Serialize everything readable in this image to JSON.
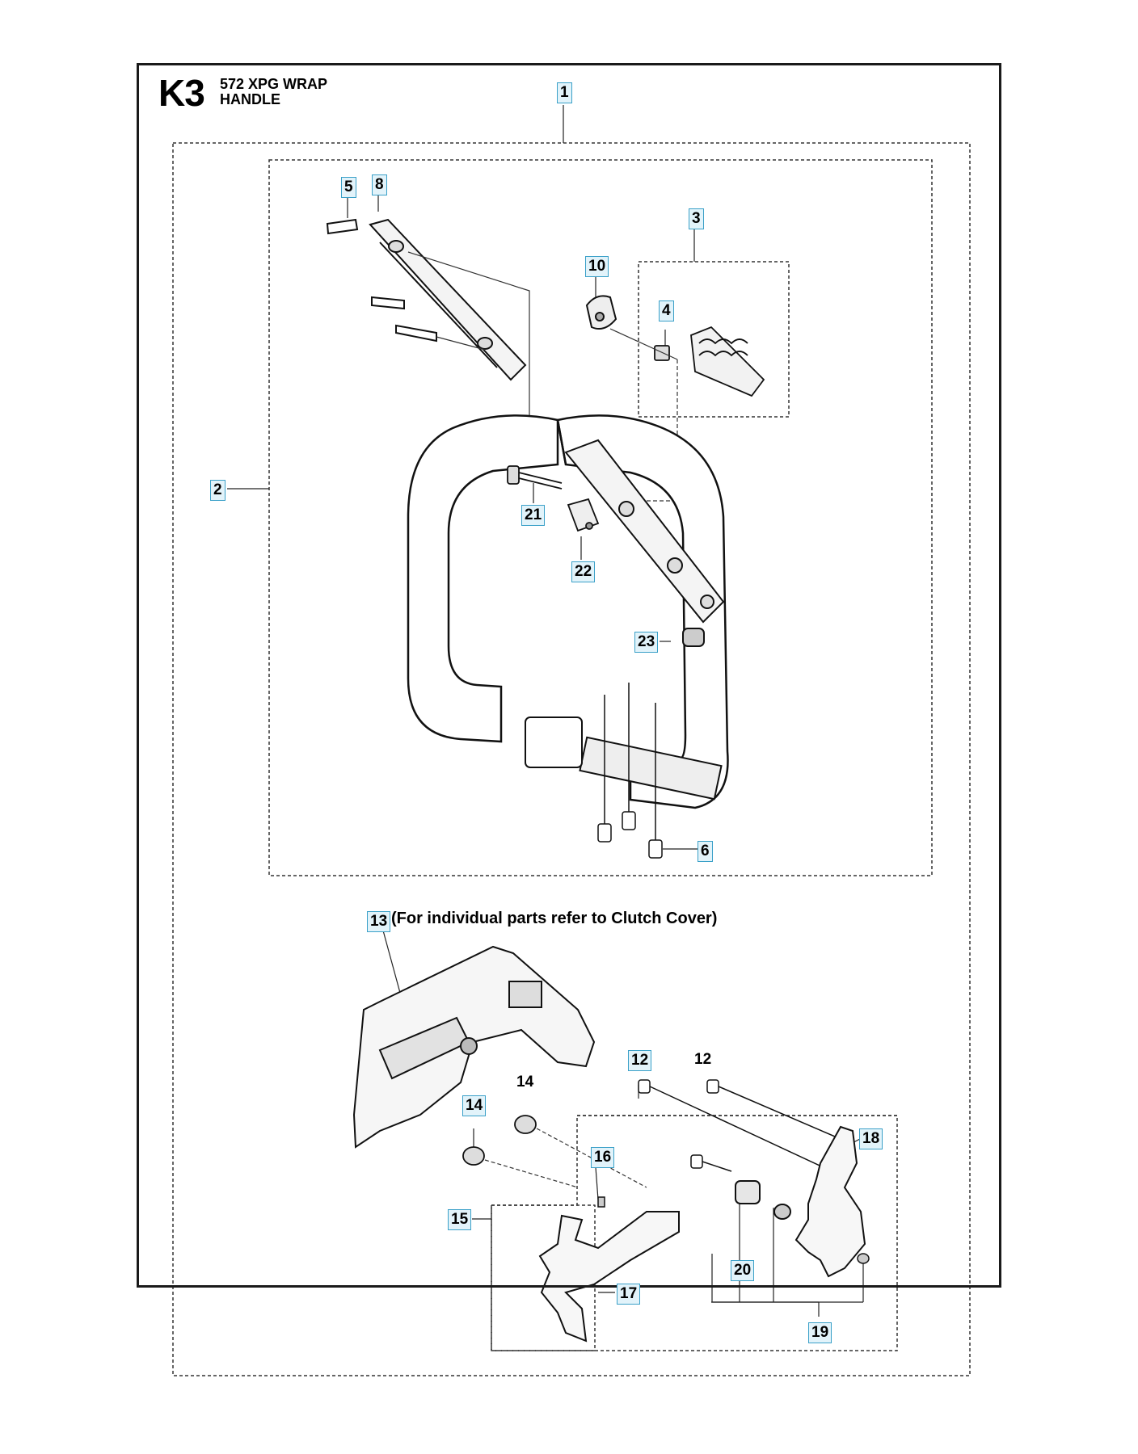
{
  "header": {
    "code": "K3",
    "title_line1": "572 XPG WRAP",
    "title_line2": "HANDLE"
  },
  "note": "(For individual parts refer to Clutch Cover)",
  "callouts": [
    {
      "id": "c1",
      "label": "1",
      "boxed": true
    },
    {
      "id": "c2",
      "label": "2",
      "boxed": true
    },
    {
      "id": "c3",
      "label": "3",
      "boxed": true
    },
    {
      "id": "c4",
      "label": "4",
      "boxed": true
    },
    {
      "id": "c5",
      "label": "5",
      "boxed": true
    },
    {
      "id": "c6",
      "label": "6",
      "boxed": true
    },
    {
      "id": "c8",
      "label": "8",
      "boxed": true
    },
    {
      "id": "c10",
      "label": "10",
      "boxed": true
    },
    {
      "id": "c12a",
      "label": "12",
      "boxed": true
    },
    {
      "id": "c12b",
      "label": "12",
      "boxed": false
    },
    {
      "id": "c13",
      "label": "13",
      "boxed": true
    },
    {
      "id": "c14a",
      "label": "14",
      "boxed": true
    },
    {
      "id": "c14b",
      "label": "14",
      "boxed": false
    },
    {
      "id": "c15",
      "label": "15",
      "boxed": true
    },
    {
      "id": "c16",
      "label": "16",
      "boxed": true
    },
    {
      "id": "c17",
      "label": "17",
      "boxed": true
    },
    {
      "id": "c18",
      "label": "18",
      "boxed": true
    },
    {
      "id": "c19",
      "label": "19",
      "boxed": true
    },
    {
      "id": "c20",
      "label": "20",
      "boxed": true
    },
    {
      "id": "c21",
      "label": "21",
      "boxed": true
    },
    {
      "id": "c22",
      "label": "22",
      "boxed": true
    },
    {
      "id": "c23",
      "label": "23",
      "boxed": true
    }
  ],
  "colors": {
    "callout_border": "#3aa0c8",
    "callout_fill": "#e2f3fa",
    "line": "#1a1a1a"
  }
}
